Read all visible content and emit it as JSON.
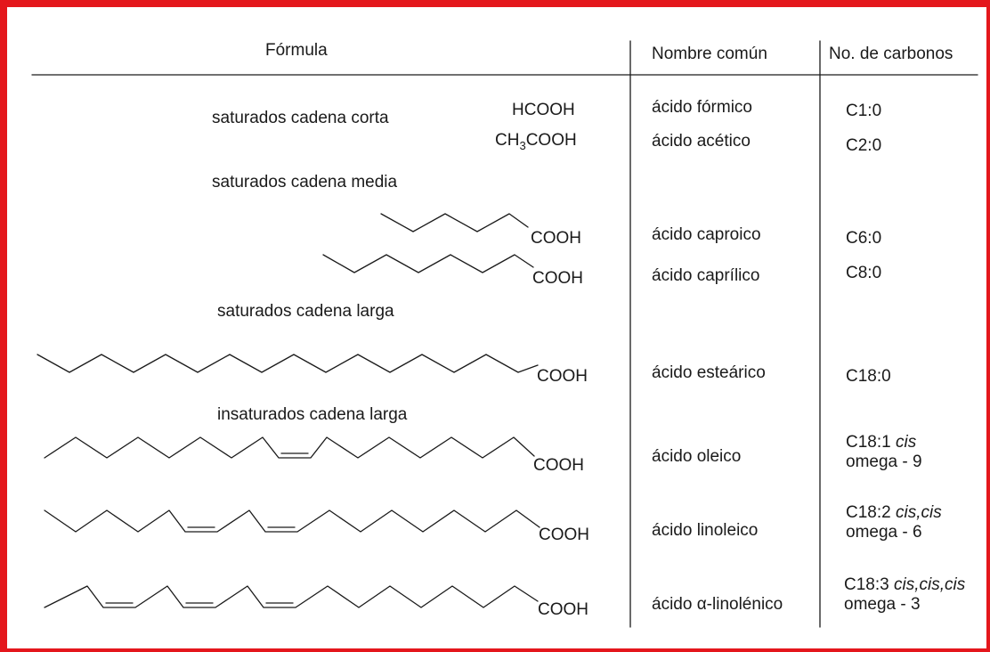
{
  "header": {
    "formula": "Fórmula",
    "common_name": "Nombre común",
    "carbons": "No. de carbonos"
  },
  "categories": {
    "short": "saturados cadena corta",
    "medium": "saturados cadena media",
    "long": "saturados cadena larga",
    "unsaturated": "insaturados cadena larga"
  },
  "formulas": {
    "formic": "HCOOH",
    "acetic_prefix": "CH",
    "acetic_sub": "3",
    "acetic_suffix": "COOH",
    "cooh": "COOH"
  },
  "rows": [
    {
      "name": "ácido fórmico",
      "carbons": "C1:0"
    },
    {
      "name": "ácido acético",
      "carbons": "C2:0"
    },
    {
      "name": "ácido caproico",
      "carbons": "C6:0"
    },
    {
      "name": "ácido caprílico",
      "carbons": "C8:0"
    },
    {
      "name": "ácido esteárico",
      "carbons": "C18:0"
    },
    {
      "name": "ácido oleico",
      "carbons_main": "C18:1",
      "carbons_iso": "cis",
      "omega": "omega - 9"
    },
    {
      "name": "ácido linoleico",
      "carbons_main": "C18:2",
      "carbons_iso": "cis,cis",
      "omega": "omega - 6"
    },
    {
      "name": "ácido α-linolénico",
      "carbons_main": "C18:3",
      "carbons_iso": "cis,cis,cis",
      "omega": "omega - 3"
    }
  ],
  "colors": {
    "border": "#e4171c",
    "ink": "#1a1a1a"
  }
}
